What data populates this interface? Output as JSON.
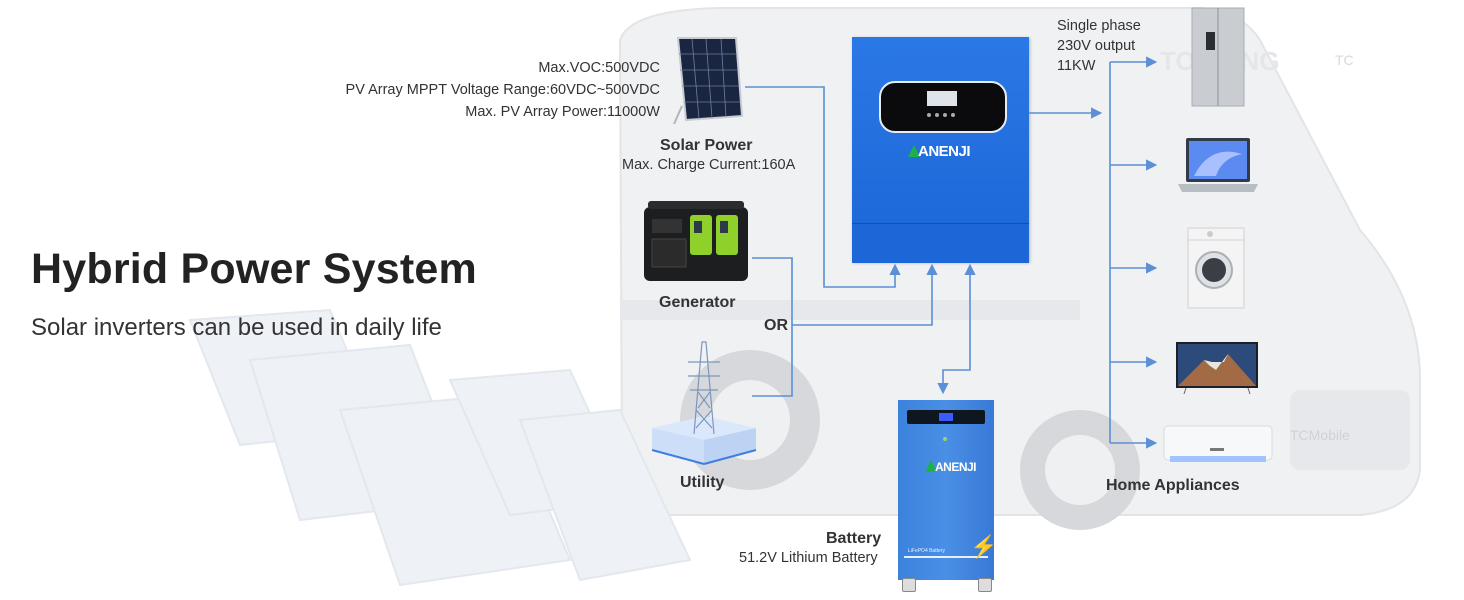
{
  "heading": {
    "title": "Hybrid Power System",
    "subtitle": "Solar inverters can be used in daily life"
  },
  "solar": {
    "specs": [
      "Max.VOC:500VDC",
      "PV Array MPPT Voltage Range:60VDC~500VDC",
      "Max. PV Array Power:11000W"
    ],
    "label": "Solar Power",
    "detail": "Max. Charge Current:160A"
  },
  "generator": {
    "label": "Generator"
  },
  "or_label": "OR",
  "utility": {
    "label": "Utility"
  },
  "inverter": {
    "brand": "ANENJI"
  },
  "output": {
    "lines": [
      "Single phase",
      "230V output",
      "11KW"
    ]
  },
  "battery": {
    "label": "Battery",
    "detail": "51.2V Lithium Battery",
    "brand": "ANENJI",
    "panel_text": "LiFePO4 Battery"
  },
  "appliances": {
    "label": "Home Appliances",
    "items": [
      "refrigerator",
      "laptop",
      "washing-machine",
      "television",
      "air-conditioner"
    ]
  },
  "background": {
    "rv_text": [
      "TOURiNG",
      "TCMobile",
      "TC"
    ]
  },
  "colors": {
    "connector": "#5b8fd6",
    "inverter": "#1f6ad9",
    "battery": "#3f86e0",
    "brand_green": "#1eb14a",
    "text": "#333333"
  }
}
